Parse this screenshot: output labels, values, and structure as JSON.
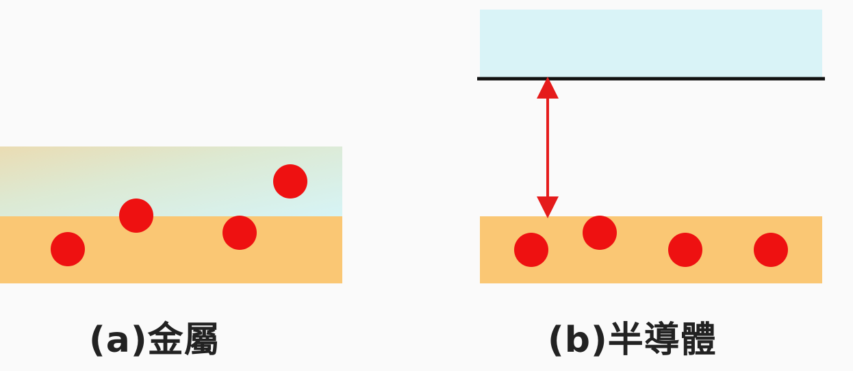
{
  "captions": {
    "metal": "(a)金屬",
    "semiconductor": "(b)半導體"
  },
  "colors": {
    "background": "#fafafa",
    "conduction_band": "#d9f3f7",
    "valence_band": "#fac774",
    "electron": "#ee1111",
    "band_edge_line": "#111111",
    "gap_arrow": "#e51b1b"
  },
  "panels": {
    "metal": {
      "electron_count": 4,
      "bands_overlap": true
    },
    "semiconductor": {
      "electron_count": 4,
      "has_band_gap": true
    }
  }
}
